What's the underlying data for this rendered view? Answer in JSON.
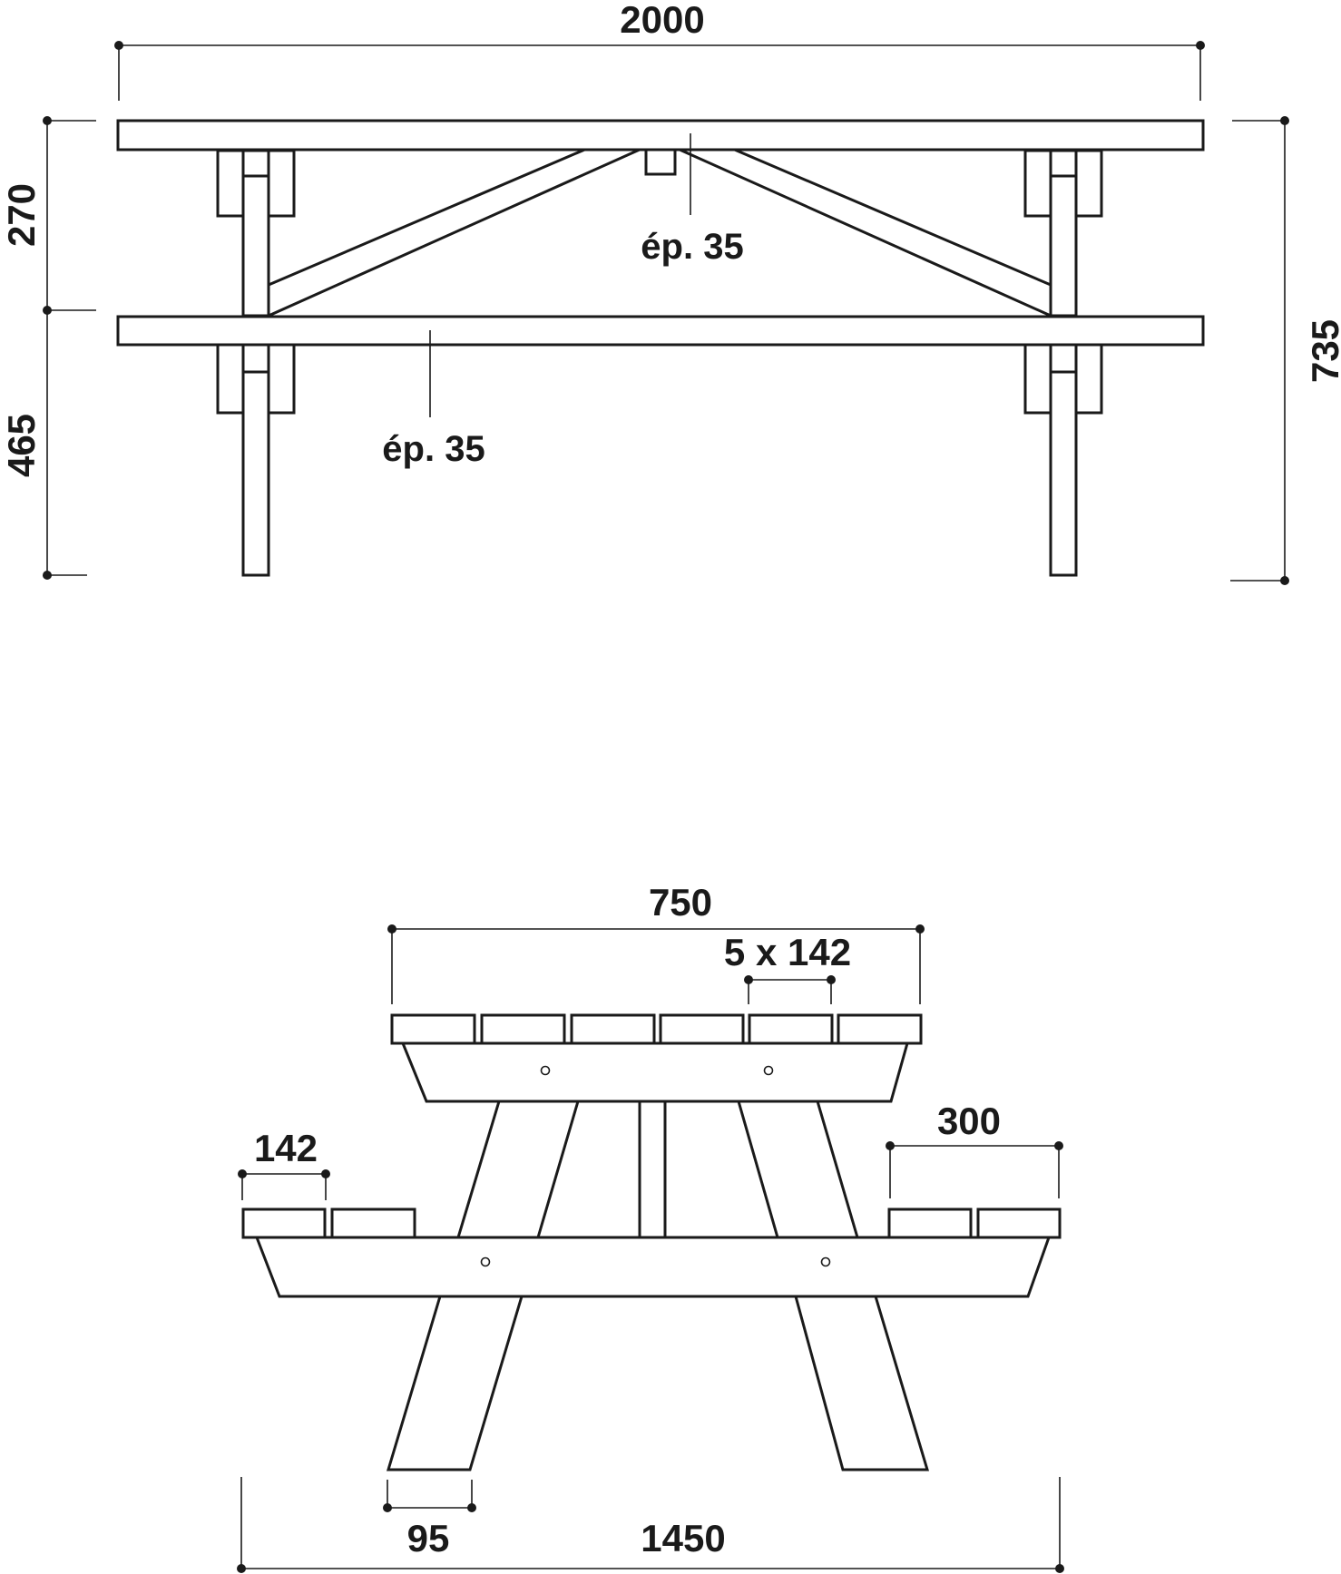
{
  "front_view": {
    "length": "2000",
    "top_height": "270",
    "seat_height": "465",
    "total_height": "735",
    "top_thickness": "ép. 35",
    "seat_thickness": "ép. 35"
  },
  "side_view": {
    "top_width": "750",
    "board_spacing": "5 x 142",
    "seat_board_width": "142",
    "seat_width": "300",
    "leg_width": "95",
    "total_width": "1450"
  },
  "colors": {
    "line": "#1a1a1a",
    "background": "#ffffff"
  }
}
